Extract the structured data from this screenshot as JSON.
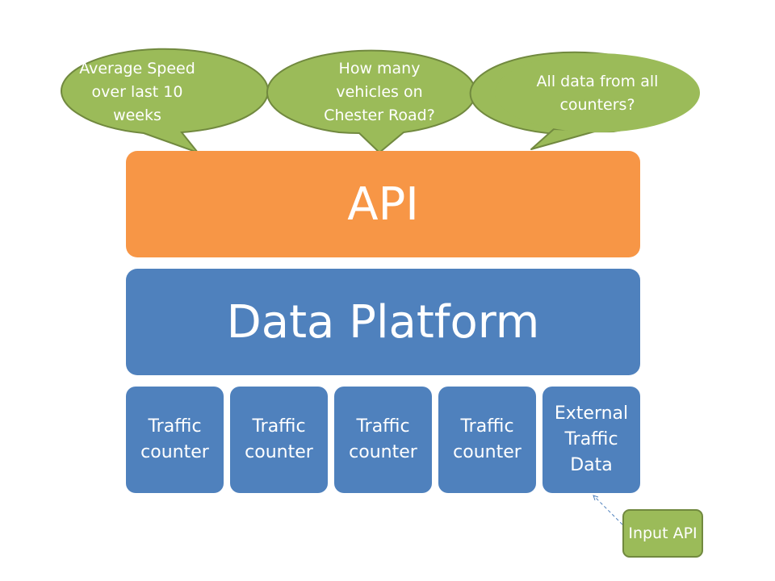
{
  "colors": {
    "api": "#f79646",
    "platform": "#4f81bd",
    "bubble_fill": "#9bbb59",
    "bubble_stroke": "#71893f",
    "connector": "#4f81bd"
  },
  "bubbles": [
    {
      "text": "Average Speed over last 10 weeks",
      "lines": [
        "Average Speed",
        "over last 10",
        "weeks"
      ]
    },
    {
      "text": "How many vehicles on Chester Road?",
      "lines": [
        "How many",
        "vehicles on",
        "Chester Road?"
      ]
    },
    {
      "text": "All data from all counters?",
      "lines": [
        "All data from all",
        "counters?"
      ]
    }
  ],
  "layers": {
    "api": "API",
    "platform": "Data Platform"
  },
  "sources": [
    {
      "label": "Traffic counter"
    },
    {
      "label": "Traffic counter"
    },
    {
      "label": "Traffic counter"
    },
    {
      "label": "Traffic counter"
    },
    {
      "label": "External Traffic Data"
    }
  ],
  "input_api": {
    "label": "Input API"
  }
}
